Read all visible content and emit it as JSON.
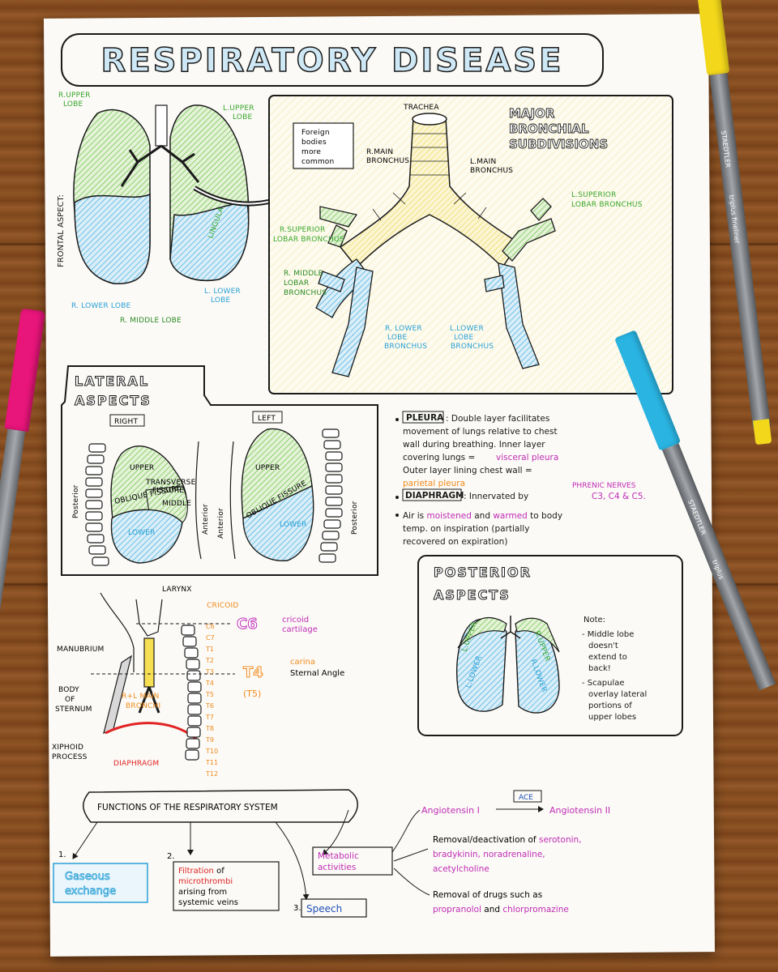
{
  "title": "RESPIRATORY DISEASE",
  "frontal": {
    "aspect_label": "FRONTAL ASPECT:",
    "r_upper": [
      "R.UPPER",
      "LOBE"
    ],
    "l_upper": [
      "L.UPPER",
      "LOBE"
    ],
    "lingula": "LINGULA",
    "r_lower": "R. LOWER LOBE",
    "r_middle": "R. MIDDLE LOBE",
    "l_lower": [
      "L. LOWER",
      "LOBE"
    ]
  },
  "bronchial": {
    "heading": [
      "MAJOR",
      "BRONCHIAL",
      "SUBDIVISIONS"
    ],
    "trachea": "TRACHEA",
    "foreign_bodies": [
      "Foreign",
      "bodies",
      "more",
      "common"
    ],
    "r_main": [
      "R.MAIN",
      "BRONCHUS"
    ],
    "l_main": [
      "L.MAIN",
      "BRONCHUS"
    ],
    "l_superior": [
      "L.SUPERIOR",
      "LOBAR BRONCHUS"
    ],
    "r_superior": [
      "R.SUPERIOR",
      "LOBAR BRONCHUS"
    ],
    "r_middle": [
      "R. MIDDLE",
      "LOBAR",
      "BRONCHUS"
    ],
    "r_lower": [
      "R. LOWER",
      "LOBE",
      "BRONCHUS"
    ],
    "l_lower": [
      "L.LOWER",
      "LOBE",
      "BRONCHUS"
    ]
  },
  "lateral": {
    "heading": [
      "LATERAL",
      "ASPECTS"
    ],
    "right": "RIGHT",
    "left": "LEFT",
    "upper": "UPPER",
    "transverse": [
      "TRANSVERSE",
      "FISSURE"
    ],
    "middle": "MIDDLE",
    "oblique": "OBLIQUE FISSURE",
    "lower": "LOWER",
    "posterior": "Posterior",
    "anterior": "Anterior"
  },
  "notes": {
    "pleura_title": "PLEURA",
    "pleura_lines": [
      ": Double layer facilitates",
      "movement of lungs relative to chest",
      "wall during breathing. Inner layer",
      "covering lungs = ",
      "Outer layer lining chest wall ="
    ],
    "visceral": "visceral pleura",
    "parietal": "parietal pleura",
    "phrenic": "PHRENIC NERVES",
    "diaphragm_title": "DIAPHRAGM",
    "diaphragm_text": ": Innervated by ",
    "nerves": "C3, C4 & C5.",
    "air_1": "Air is ",
    "moistened": "moistened",
    "and": " and ",
    "warmed": "warmed",
    "air_2": " to body",
    "air_3": "temp. on inspiration (partially",
    "air_4": "recovered on expiration)"
  },
  "posterior": {
    "heading": [
      "POSTERIOR",
      "ASPECTS"
    ],
    "l_upper": "L.UPPER",
    "r_upper": "R.UPPER",
    "l_lower": "L.LOWER",
    "r_lower": "R.LOWER",
    "note": [
      "Note:",
      "- Middle lobe",
      "doesn't",
      "extend to",
      "back!",
      "- Scapulae",
      "overlay lateral",
      "portions of",
      "upper lobes"
    ]
  },
  "skeleton": {
    "larynx": "LARYNX",
    "cricoid_label": "CRICOID",
    "manubrium": "MANUBRIUM",
    "body": [
      "BODY",
      "OF",
      "STERNUM"
    ],
    "xiphoid": [
      "XIPHOID",
      "PROCESS"
    ],
    "bronchi": [
      "R+L MAIN",
      "BRONCHI"
    ],
    "diaphragm": "DIAPHRAGM",
    "c6": "C6",
    "cricoid": [
      "cricoid",
      "cartilage"
    ],
    "t4": "T4",
    "t5": "(T5)",
    "carina": "carina",
    "sternal": "Sternal Angle",
    "vertebrae": [
      "C6",
      "C7",
      "T1",
      "T2",
      "T3",
      "T4",
      "T5",
      "T6",
      "T7",
      "T8",
      "T9",
      "T10",
      "T11",
      "T12"
    ]
  },
  "functions": {
    "heading": "FUNCTIONS OF THE RESPIRATORY SYSTEM",
    "n1": "1.",
    "gas": [
      "Gaseous",
      "exchange"
    ],
    "n2": "2.",
    "filtration": "Filtration",
    "of": " of",
    "micro": "microthrombi",
    "arising": [
      "arising from",
      "systemic veins"
    ],
    "n3": "3.",
    "speech": "Speech",
    "metabolic": [
      "Metabolic",
      "activities"
    ],
    "ace": "ACE",
    "ang1": "Angiotensin I",
    "ang2": "Angiotensin II",
    "removal1": "Removal/deactivation of ",
    "serotonin": "serotonin,",
    "brady": "bradykinin, noradrenaline,",
    "acetyl": "acetylcholine",
    "removal2": "Removal of drugs such as",
    "propranolol": "propranolol",
    "and2": " and ",
    "chlor": "chlorpromazine"
  },
  "pens": {
    "yellow": "STAEDTLER",
    "yellow_sub": "triplus fineliner",
    "blue": "STAEDTLER",
    "blue_sub": "triplus"
  },
  "colors": {
    "ink": "#1a1a1a",
    "green": "#3aa52d",
    "blue": "#2aa0d6",
    "yellow": "#e6c51a",
    "magenta": "#c02cb5",
    "orange": "#f08a1c",
    "red": "#e02424",
    "pink_pen": "#e8157a"
  }
}
